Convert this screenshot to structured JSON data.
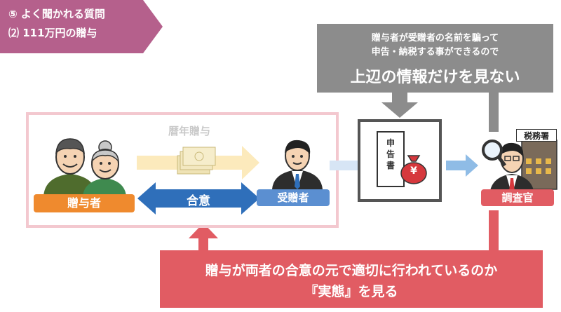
{
  "tag": {
    "line1": "⑤ よく聞かれる質問",
    "line2": "⑵ 111万円の贈与"
  },
  "callout_gray": {
    "line1": "贈与者が受贈者の名前を騙って",
    "line2": "申告・納税する事ができるので",
    "line3": "上辺の情報だけを見ない"
  },
  "flow": {
    "annual_gift_label": "暦年贈与",
    "giver_label": "贈与者",
    "agreement_label": "合意",
    "receiver_label": "受贈者",
    "document_label": "申告書",
    "yen_symbol": "¥",
    "office_sign": "税務署",
    "inspector_label": "調査官"
  },
  "callout_red": {
    "line1": "贈与が両者の合意の元で適切に行われているのか",
    "line2": "『実態』を見る"
  },
  "colors": {
    "tag": "#b5608c",
    "gray": "#8c8c8c",
    "giver": "#ef8a2e",
    "agreement": "#2f6fba",
    "receiver": "#5b8fd1",
    "inspector": "#e15c63",
    "frame": "#f3c8cf"
  }
}
